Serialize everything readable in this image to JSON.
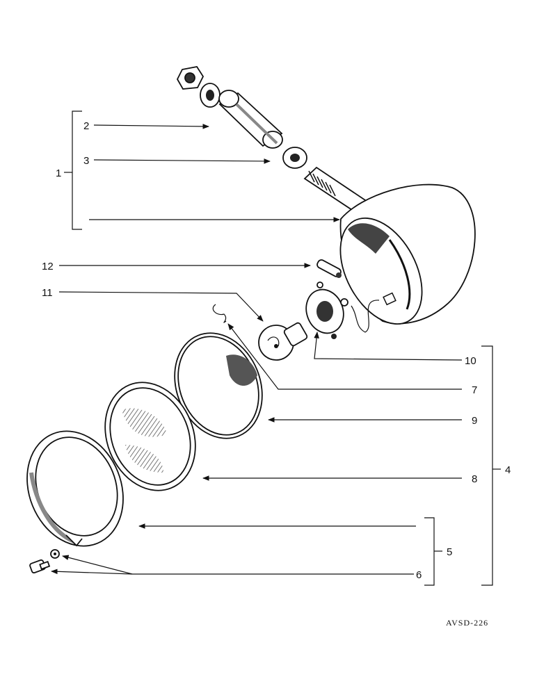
{
  "callouts": {
    "c1": "1",
    "c2": "2",
    "c3": "3",
    "c4": "4",
    "c5": "5",
    "c6": "6",
    "c7": "7",
    "c8": "8",
    "c9": "9",
    "c10": "10",
    "c11": "11",
    "c12": "12"
  },
  "reference": "AVSD-226",
  "colors": {
    "ink": "#111111",
    "paper": "#ffffff"
  }
}
